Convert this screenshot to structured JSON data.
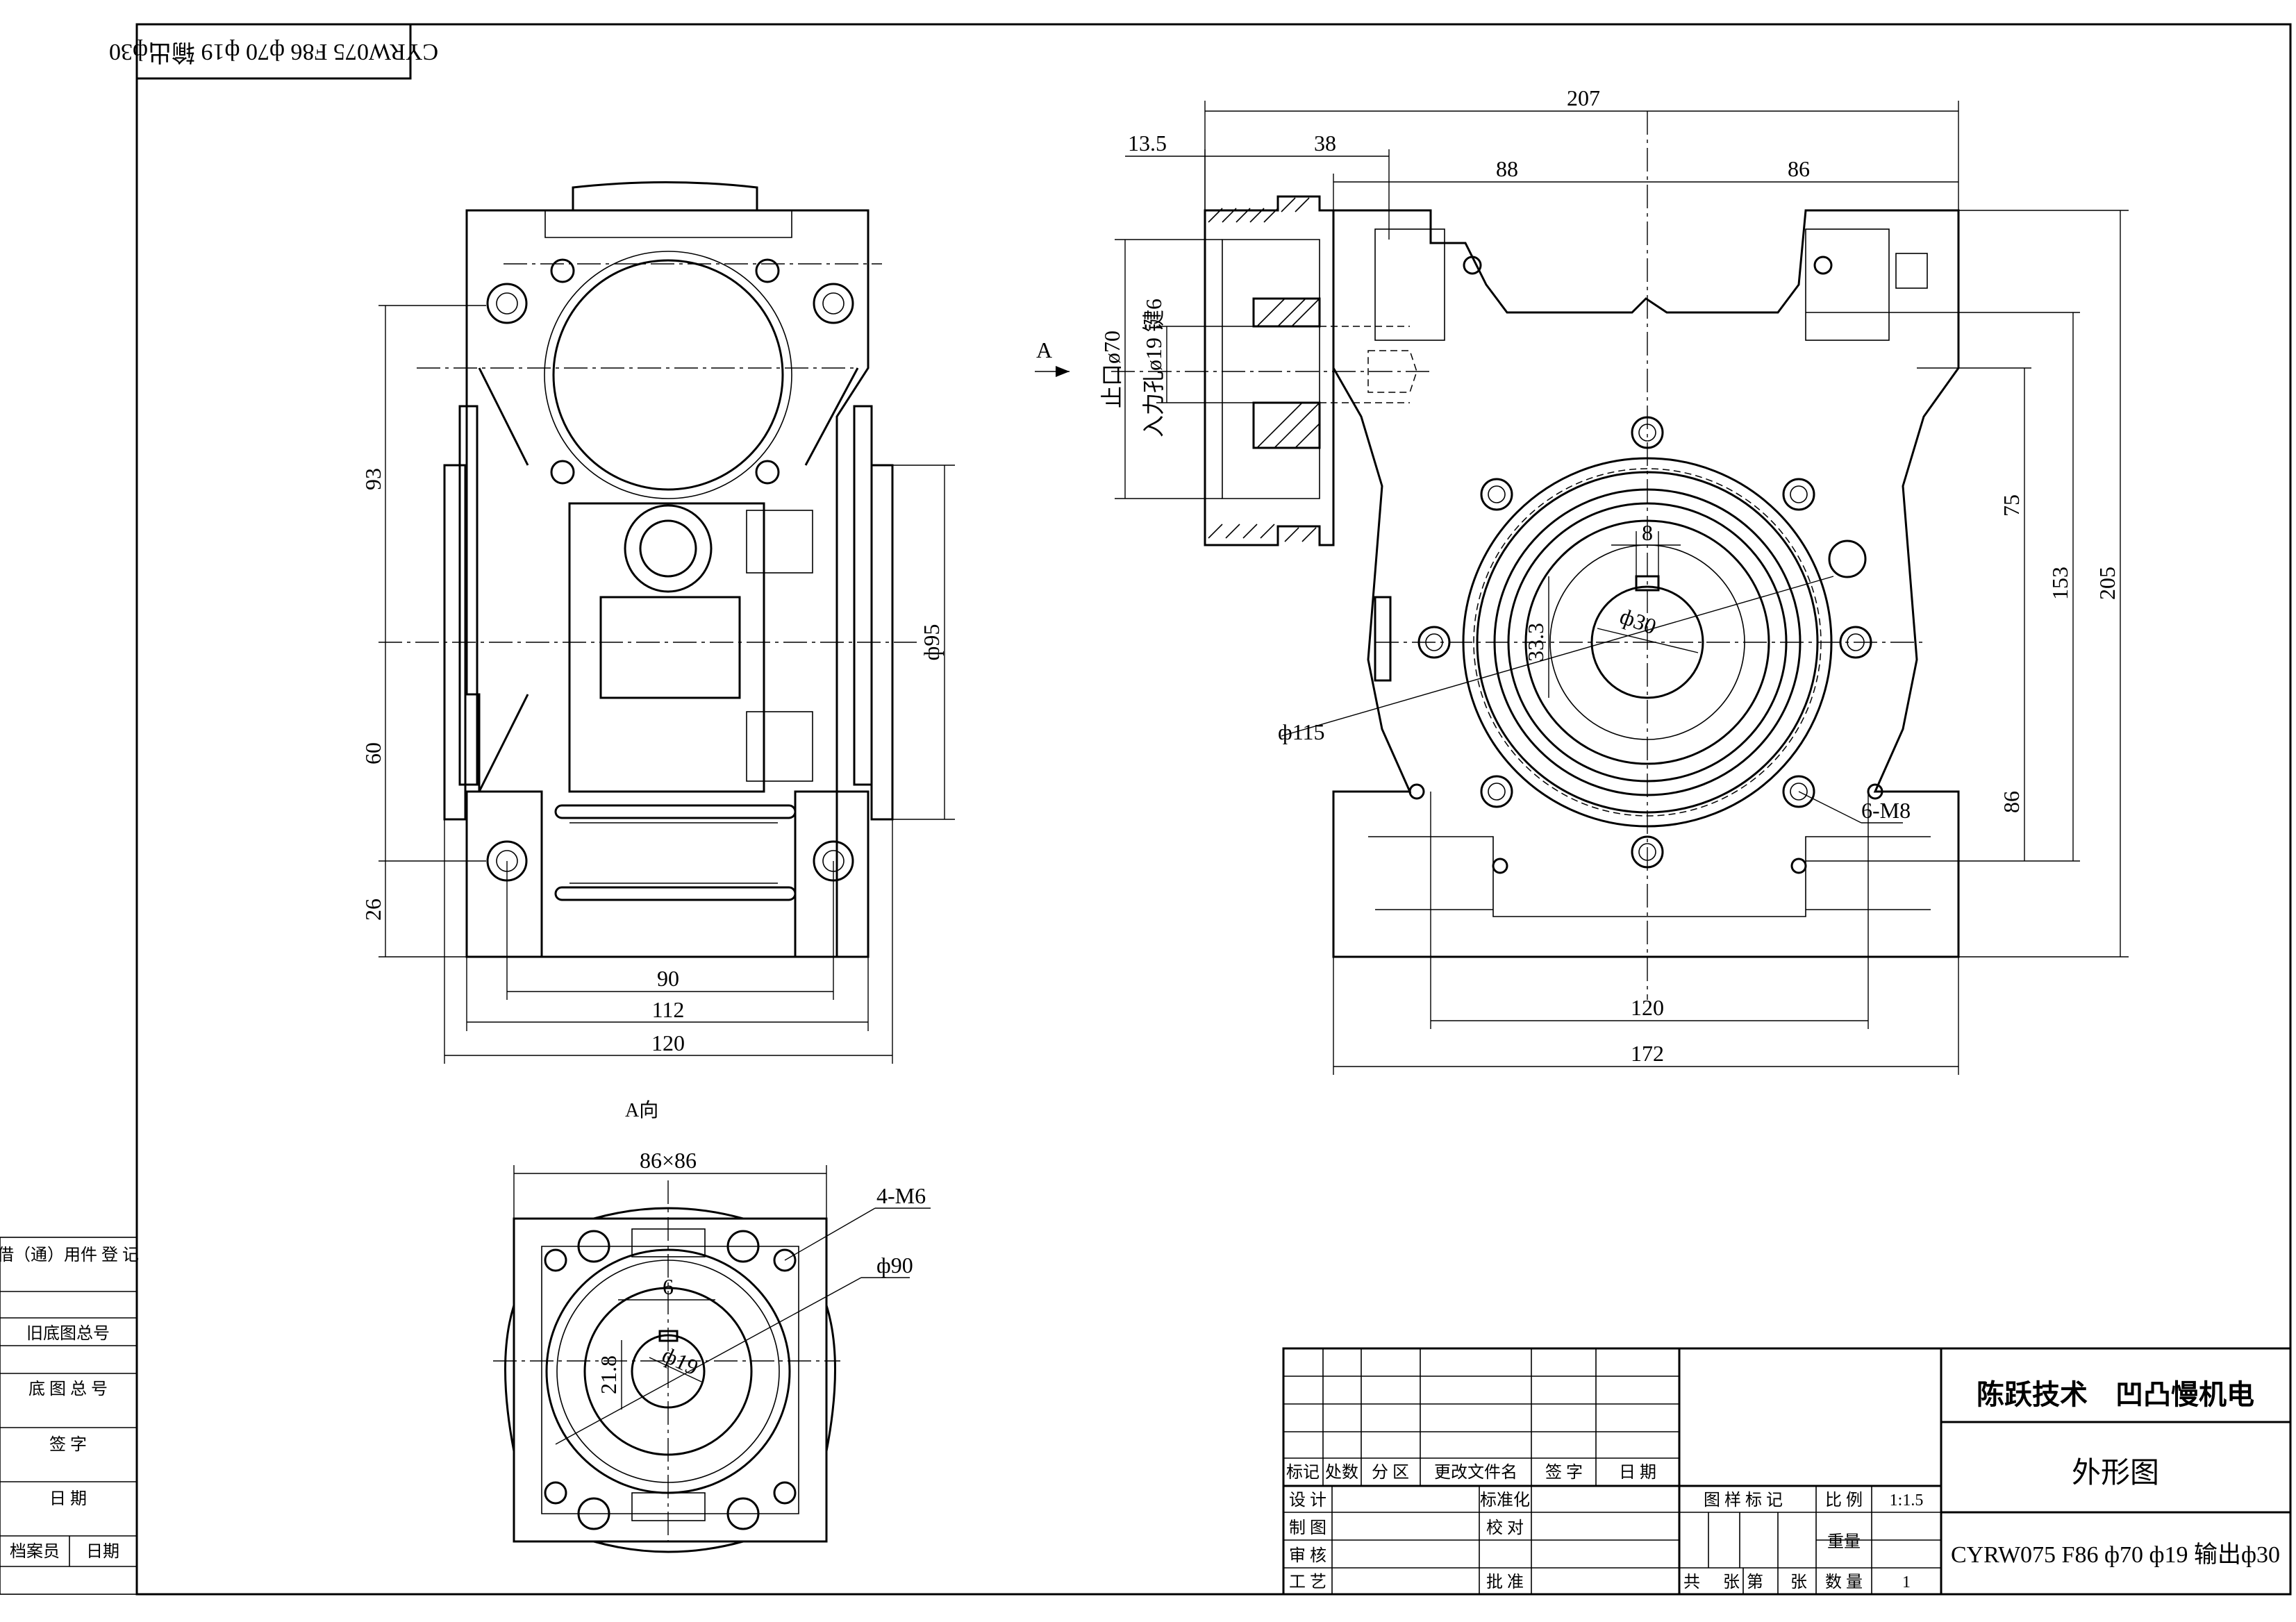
{
  "stamp": "CYRW075 F86 ф70 ф19 输出ф30",
  "front_view": {
    "dims": {
      "d93": "93",
      "d60": "60",
      "d26": "26",
      "d95": "ф95",
      "d90": "90",
      "d112": "112",
      "d120": "120"
    }
  },
  "side_view": {
    "dims": {
      "d207": "207",
      "d13_5": "13.5",
      "d38": "38",
      "d88": "88",
      "d86t": "86",
      "d75": "75",
      "d153": "153",
      "d205": "205",
      "d86r": "86",
      "d8": "8",
      "d33_3": "33.3",
      "d30": "ф30",
      "d115": "ф115",
      "m8": "6-M8",
      "d120b": "120",
      "d172": "172"
    },
    "flange_labels": {
      "spigot": "止口ø70",
      "bore": "入力孔ø19 键6"
    },
    "arrow_label": "A"
  },
  "a_view": {
    "title": "A向",
    "dims": {
      "sq": "86×86",
      "m6": "4-M6",
      "d90": "ф90",
      "d6": "6",
      "d21_8": "21.8",
      "d19": "ф19"
    }
  },
  "left_table": {
    "rows": [
      "借（通）用件 登 记",
      "旧底图总号",
      "底 图 总 号",
      "签 字",
      "日 期"
    ],
    "bottom": [
      "档案员",
      "日期"
    ]
  },
  "title_block": {
    "company": "陈跃技术　凹凸慢机电",
    "drawing_name": "外形图",
    "model": "CYRW075 F86 ф70 ф19 输出ф30",
    "header": [
      "标记",
      "处数",
      "分 区",
      "更改文件名",
      "签 字",
      "日 期"
    ],
    "roles": [
      "设 计",
      "制 图",
      "审 核",
      "工 艺"
    ],
    "approvals": [
      "标准化",
      "校 对",
      "批 准"
    ],
    "mark_label": "图 样 标 记",
    "scale_label": "比 例",
    "scale_value": "1:1.5",
    "weight_label": "重量",
    "qty_label": "数 量",
    "qty_value": "1",
    "sheets": [
      "共",
      "张",
      "第",
      "张"
    ]
  }
}
